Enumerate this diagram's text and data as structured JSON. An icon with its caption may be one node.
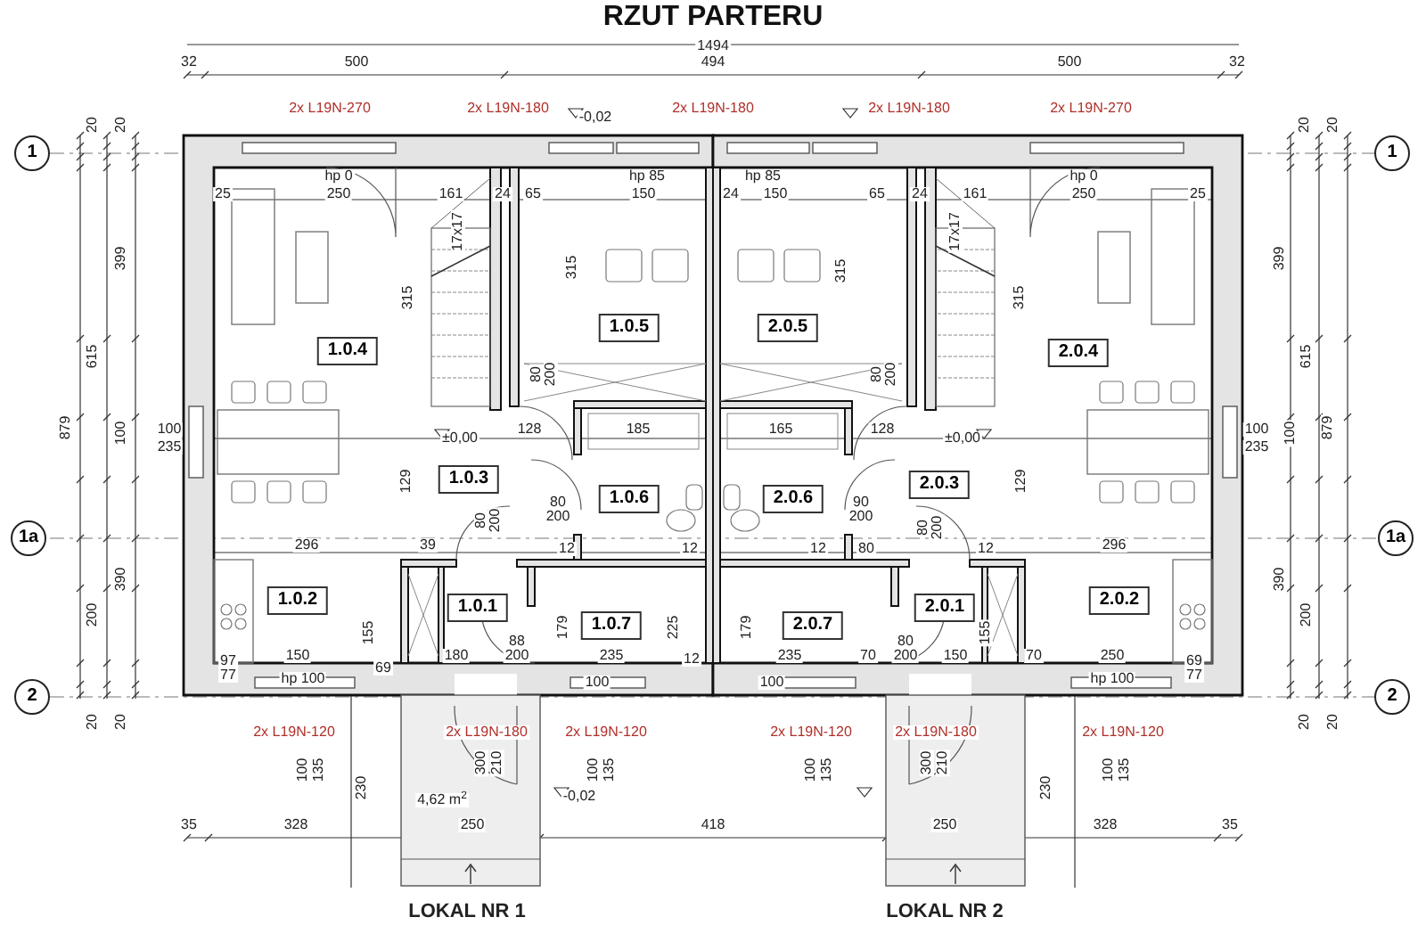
{
  "diagram": {
    "title": "RZUT PARTERU",
    "nodes": [
      {
        "text": [
          "1"
        ]
      },
      {
        "text": [
          "1"
        ]
      },
      {
        "text": [
          "1.0.5"
        ]
      },
      {
        "text": [
          "2.0.5"
        ]
      },
      {
        "text": [
          "1.0.4"
        ]
      },
      {
        "text": [
          "2.0.4"
        ]
      },
      {
        "text": [
          "1.0.3"
        ]
      },
      {
        "text": [
          "1.0.6"
        ]
      },
      {
        "text": [
          "2.0.6"
        ]
      },
      {
        "text": [
          "2.0.3"
        ]
      },
      {
        "text": [
          "1a"
        ]
      },
      {
        "text": [
          "1a"
        ]
      },
      {
        "text": [
          "1.0.2"
        ]
      },
      {
        "text": [
          "1.0.1"
        ]
      },
      {
        "text": [
          "2.0.1"
        ]
      },
      {
        "text": [
          "2.0.2"
        ]
      },
      {
        "text": [
          "1.0.7"
        ]
      },
      {
        "text": [
          "2.0.7"
        ]
      },
      {
        "text": [
          "2"
        ]
      },
      {
        "text": [
          "2"
        ]
      }
    ],
    "labels": [
      "1494",
      "32",
      "500",
      "494",
      "500",
      "32",
      "2x L19N-270",
      "2x L19N-180",
      "-0,02",
      "2x L19N-180",
      "2x L19N-180",
      "2x L19N-270",
      "20",
      "20",
      "20",
      "20",
      "hp 0",
      "hp 85",
      "hp 85",
      "hp 0",
      "25",
      "250",
      "161",
      "24",
      "65",
      "150",
      "24",
      "150",
      "65",
      "24",
      "161",
      "250",
      "25",
      "17x17",
      "17x17",
      "399",
      "315",
      "315",
      "399",
      "315",
      "315",
      "615",
      "615",
      "80",
      "200",
      "80",
      "200",
      "879",
      "100",
      "100",
      "235",
      "±0,00",
      "128",
      "185",
      "165",
      "128",
      "±0,00",
      "100",
      "235",
      "100",
      "879",
      "129",
      "129",
      "80",
      "200",
      "90",
      "200",
      "80",
      "200",
      "80",
      "200",
      "296",
      "39",
      "12",
      "12",
      "12",
      "80",
      "12",
      "296",
      "390",
      "390",
      "200",
      "200",
      "155",
      "179",
      "225",
      "179",
      "155",
      "97",
      "150",
      "180",
      "88",
      "200",
      "235",
      "12",
      "235",
      "70",
      "80",
      "200",
      "150",
      "70",
      "250",
      "69",
      "77",
      "hp 100",
      "69",
      "100",
      "100",
      "hp 100",
      "77",
      "20",
      "20",
      "20",
      "20",
      "2x L19N-120",
      "2x L19N-180",
      "2x L19N-120",
      "2x L19N-120",
      "2x L19N-180",
      "2x L19N-120",
      "100",
      "135",
      "300",
      "210",
      "100",
      "135",
      "100",
      "135",
      "300",
      "210",
      "100",
      "135",
      "230",
      "4,62 m$^{2}$",
      "-0,02",
      "230",
      "35",
      "328",
      "250",
      "418",
      "250",
      "328",
      "35",
      "LOKAL NR 1",
      "LOKAL NR 2"
    ]
  }
}
